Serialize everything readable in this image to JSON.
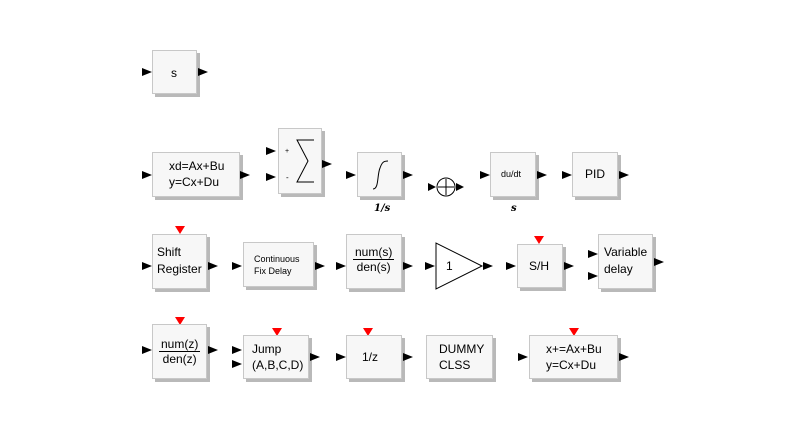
{
  "blocks": {
    "derivative_s": {
      "label": "s"
    },
    "state_space": {
      "line1": "xd=Ax+Bu",
      "line2": "y=Cx+Du"
    },
    "sum": {
      "plus": "+",
      "minus": "-"
    },
    "integrator": {
      "caption": "1/s"
    },
    "deriv": {
      "label": "du/dt",
      "caption": "s"
    },
    "pid": {
      "label": "PID"
    },
    "shift_register": {
      "line1": "Shift",
      "line2": "Register"
    },
    "continuous_fix_delay": {
      "line1": "Continuous",
      "line2": "Fix Delay"
    },
    "clr": {
      "num": "num(s)",
      "den": "den(s)"
    },
    "gain": {
      "label": "1"
    },
    "sample_hold": {
      "label": "S/H"
    },
    "variable_delay": {
      "line1": "Variable",
      "line2": "delay"
    },
    "dlr": {
      "num": "num(z)",
      "den": "den(z)"
    },
    "jump_state_space": {
      "line1": "Jump",
      "line2": "(A,B,C,D)"
    },
    "unit_delay": {
      "label": "1/z"
    },
    "dummy": {
      "line1": "DUMMY",
      "line2": "CLSS"
    },
    "discrete_state_space": {
      "line1": "x+=Ax+Bu",
      "line2": "y=Cx+Du"
    }
  },
  "colors": {
    "event_port": "#ff0000",
    "block_fill": "#f7f7f7",
    "port": "#000000"
  }
}
